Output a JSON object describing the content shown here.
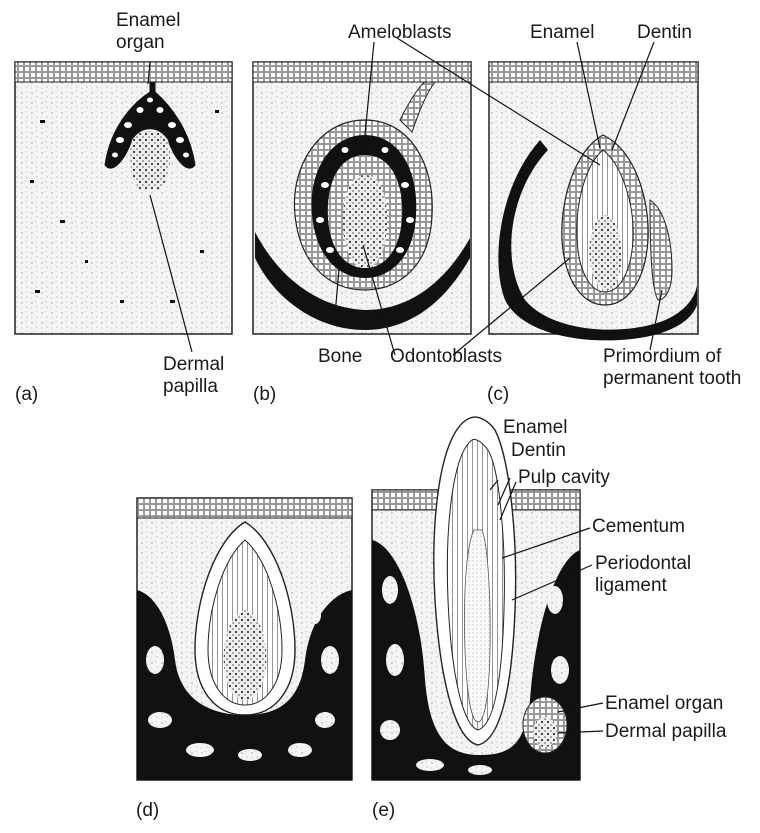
{
  "panels": [
    {
      "id": "a",
      "letter": "(a)"
    },
    {
      "id": "b",
      "letter": "(b)"
    },
    {
      "id": "c",
      "letter": "(c)"
    },
    {
      "id": "d",
      "letter": "(d)"
    },
    {
      "id": "e",
      "letter": "(e)"
    }
  ],
  "labels": {
    "enamel_organ_a": "Enamel organ",
    "dermal_papilla_a": "Dermal papilla",
    "ameloblasts": "Ameloblasts",
    "bone": "Bone",
    "odontoblasts": "Odontoblasts",
    "enamel_c": "Enamel",
    "dentin_c": "Dentin",
    "primordium": "Primordium of permanent tooth",
    "enamel_e": "Enamel",
    "dentin_e": "Dentin",
    "pulp_cavity": "Pulp cavity",
    "cementum": "Cementum",
    "periodontal": "Periodontal ligament",
    "enamel_organ_e": "Enamel organ",
    "dermal_papilla_e": "Dermal papilla"
  }
}
